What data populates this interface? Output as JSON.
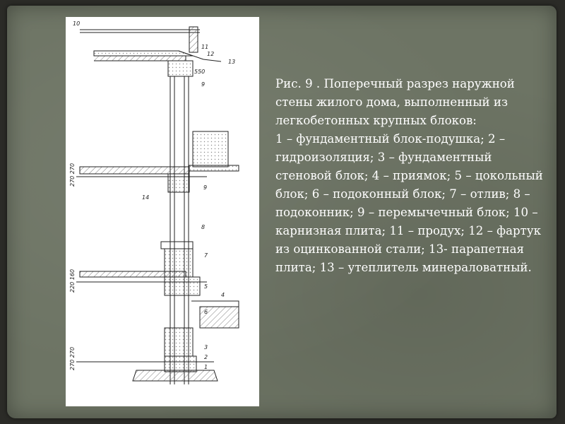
{
  "caption": {
    "title": "Рис. 9 . Поперечный разрез наружной стены жилого дома, выполненный из легкобетонных крупных блоков:",
    "legend": "1 – фундаментный блок-подушка; 2 – гидроизоляция; 3 – фундаментный стеновой блок; 4 – приямок; 5 – цокольный блок; 6 – подоконный блок; 7 – отлив; 8 – подоконник; 9 – перемычечный блок; 10 – карнизная плита; 11 – продух; 12 – фартук из оцинкованной стали; 13- парапетная плита; 13 – утеплитель минераловатный."
  },
  "drawing": {
    "callouts": [
      "1",
      "2",
      "3",
      "4",
      "5",
      "6",
      "7",
      "8",
      "9",
      "9",
      "10",
      "11",
      "12",
      "13",
      "14"
    ],
    "dimensions": [
      "270 270",
      "220 160",
      "270 270",
      "550"
    ]
  }
}
